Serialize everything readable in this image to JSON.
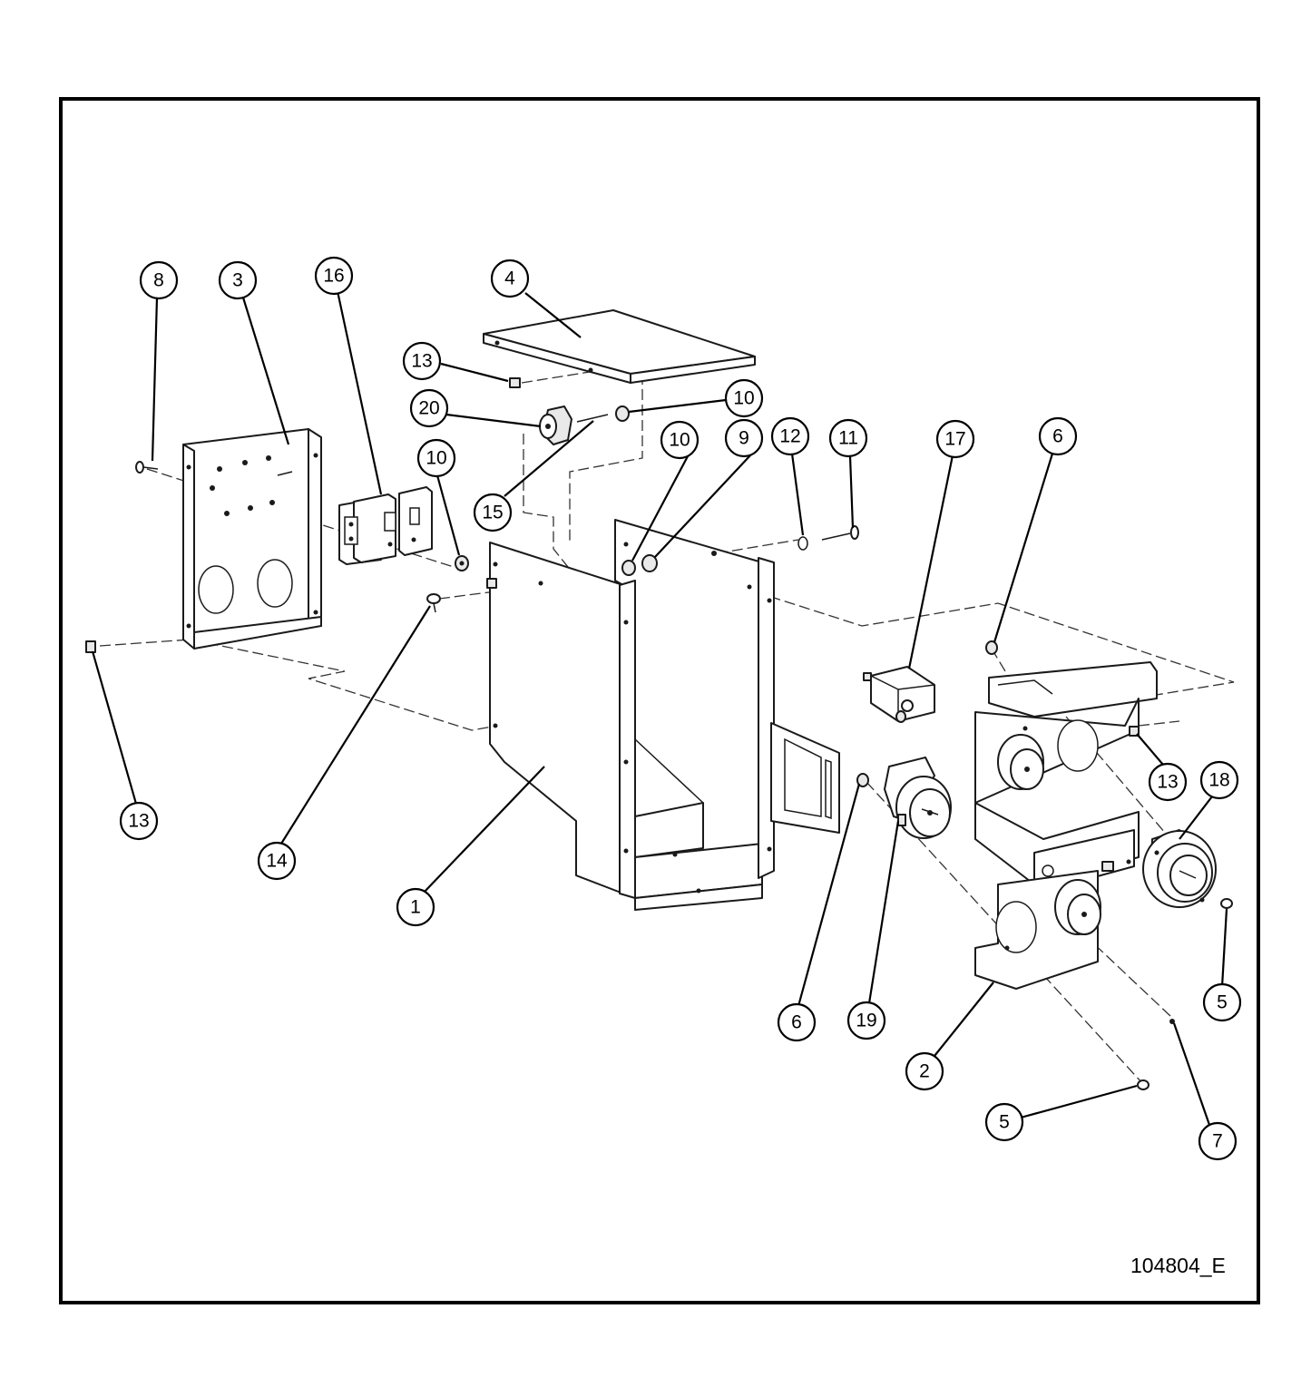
{
  "drawing": {
    "id_number": "104804_E"
  },
  "callouts": [
    {
      "label": "8"
    },
    {
      "label": "3"
    },
    {
      "label": "16"
    },
    {
      "label": "4"
    },
    {
      "label": "13"
    },
    {
      "label": "20"
    },
    {
      "label": "10"
    },
    {
      "label": "10"
    },
    {
      "label": "10"
    },
    {
      "label": "9"
    },
    {
      "label": "12"
    },
    {
      "label": "11"
    },
    {
      "label": "17"
    },
    {
      "label": "6"
    },
    {
      "label": "15"
    },
    {
      "label": "13"
    },
    {
      "label": "14"
    },
    {
      "label": "1"
    },
    {
      "label": "13"
    },
    {
      "label": "18"
    },
    {
      "label": "6"
    },
    {
      "label": "19"
    },
    {
      "label": "2"
    },
    {
      "label": "5"
    },
    {
      "label": "5"
    },
    {
      "label": "7"
    }
  ]
}
